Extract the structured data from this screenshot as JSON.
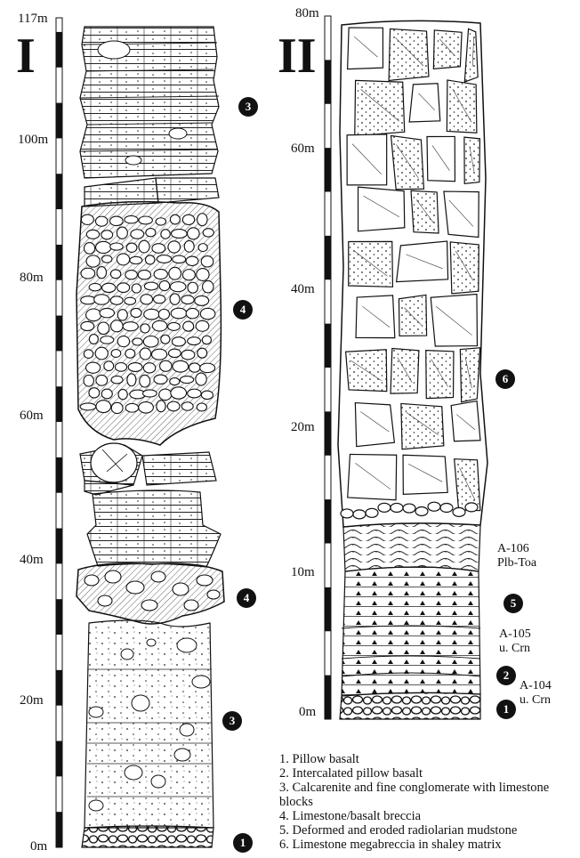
{
  "sections": [
    {
      "roman": "I",
      "scale_labels": [
        "117m",
        "100m",
        "80m",
        "60m",
        "40m",
        "20m",
        "0m"
      ],
      "units": [
        {
          "number": "3"
        },
        {
          "number": "4"
        },
        {
          "number": "4"
        },
        {
          "number": "3"
        },
        {
          "number": "1"
        }
      ]
    },
    {
      "roman": "II",
      "scale_labels": [
        "80m",
        "60m",
        "40m",
        "20m",
        "10m",
        "0m"
      ],
      "units": [
        {
          "number": "6"
        },
        {
          "number": "5"
        },
        {
          "number": "2"
        },
        {
          "number": "1"
        }
      ],
      "samples": [
        {
          "id": "A-106",
          "age": "Plb-Toa"
        },
        {
          "id": "A-105",
          "age": "u. Crn"
        },
        {
          "id": "A-104",
          "age": "u. Crn"
        }
      ]
    }
  ],
  "legend": [
    "1. Pillow basalt",
    "2. Intercalated pillow basalt",
    "3. Calcarenite and fine conglomerate with limestone blocks",
    "4. Limestone/basalt breccia",
    "5. Deformed and eroded radiolarian mudstone",
    "6. Limestone megabreccia in shaley matrix"
  ],
  "colors": {
    "ink": "#111111",
    "paper": "#ffffff"
  }
}
